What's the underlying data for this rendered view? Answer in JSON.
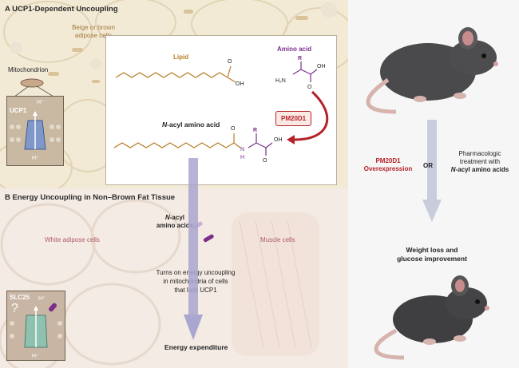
{
  "panel_a": {
    "title": "A  UCP1-Dependent Uncoupling",
    "beige_cells_label_1": "Beige or brown",
    "beige_cells_label_2": "adipose cells",
    "mitochondrion_label": "Mitochondrion",
    "ucp1_label": "UCP1",
    "proton_top": "H⁺",
    "proton_bottom": "H⁺",
    "lipid_label": "Lipid",
    "amino_acid_label": "Amino acid",
    "r_group": "R",
    "h2n_label": "H₂N",
    "oh_label": "OH",
    "o_label": "O",
    "enzyme_label": "PM20D1",
    "product_label_italic": "N",
    "product_label_rest": "-acyl amino acid",
    "product_r": "R",
    "product_h": "H",
    "product_n": "N",
    "product_oh": "OH",
    "product_o1": "O",
    "product_o2": "O"
  },
  "panel_b": {
    "title": "B  Energy Uncoupling in Non–Brown Fat Tissue",
    "white_cells_label": "White adipose cells",
    "muscle_cells_label": "Muscle cells",
    "nacyl_label_italic": "N",
    "nacyl_label_rest": "-acyl",
    "nacyl_label_2": "amino acids",
    "turns_on_1": "Turns on energy uncoupling",
    "turns_on_2": "in mitochondria of cells",
    "turns_on_3": "that lack UCP1",
    "energy_label": "Energy expenditure",
    "slc25_label": "SLC25",
    "question_mark": "?",
    "proton_top": "H⁺",
    "proton_bottom": "H⁺"
  },
  "right": {
    "pm20d1_1": "PM20D1",
    "pm20d1_2": "Overexpression",
    "or_label": "OR",
    "pharm_1": "Pharmacologic",
    "pharm_2": "treatment with",
    "pharm_3_italic": "N",
    "pharm_3_rest": "-acyl amino acids",
    "weight_1": "Weight loss and",
    "weight_2": "glucose improvement"
  },
  "colors": {
    "enzyme_red": "#b4232a",
    "amino_purple": "#7b2e8c",
    "lipid_brown": "#b87d26",
    "ucp1_blue": "#7f97c9",
    "slc25_green": "#8fc1b0"
  },
  "icons": [
    "mouse-icon",
    "mitochondrion-icon",
    "ucp1-channel-icon",
    "slc25-channel-icon",
    "down-arrow-icon",
    "reaction-arrow-icon"
  ]
}
